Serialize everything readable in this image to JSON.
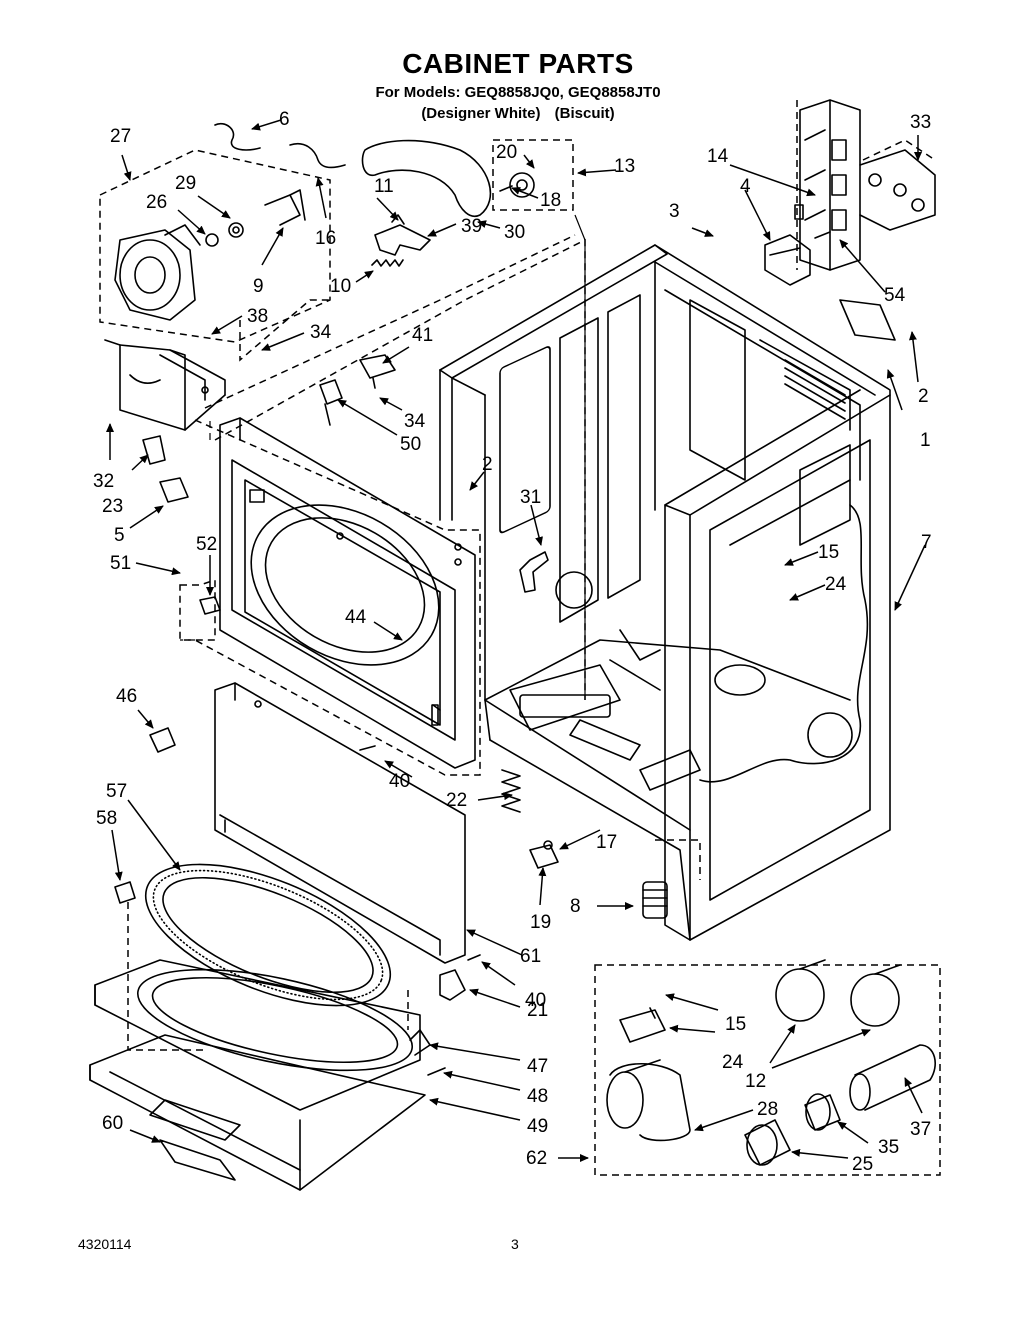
{
  "header": {
    "title": "CABINET PARTS",
    "models_line": "For Models: GEQ8858JQ0, GEQ8858JT0",
    "variant_a": "(Designer White)",
    "variant_b": "(Biscuit)"
  },
  "footer": {
    "doc_number": "4320114",
    "page_number": "3"
  },
  "callouts": [
    "1",
    "2",
    "2",
    "3",
    "4",
    "5",
    "6",
    "7",
    "8",
    "9",
    "10",
    "11",
    "12",
    "13",
    "14",
    "15",
    "15",
    "16",
    "17",
    "18",
    "19",
    "20",
    "21",
    "22",
    "23",
    "24",
    "24",
    "25",
    "26",
    "27",
    "28",
    "29",
    "30",
    "31",
    "32",
    "33",
    "34",
    "34",
    "35",
    "37",
    "38",
    "39",
    "40",
    "40",
    "41",
    "44",
    "46",
    "47",
    "48",
    "49",
    "50",
    "51",
    "52",
    "54",
    "57",
    "58",
    "60",
    "61",
    "62"
  ],
  "colors": {
    "ink": "#000000",
    "paper": "#ffffff"
  }
}
